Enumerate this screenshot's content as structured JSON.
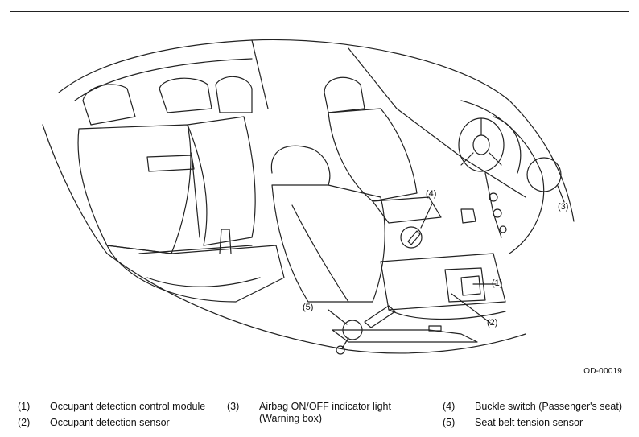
{
  "callouts": {
    "c1": "(1)",
    "c2": "(2)",
    "c3": "(3)",
    "c4": "(4)",
    "c5": "(5)"
  },
  "figure_id": "OD-00019",
  "legend": [
    {
      "num": "(1)",
      "text": "Occupant detection control module"
    },
    {
      "num": "(2)",
      "text": "Occupant detection sensor"
    },
    {
      "num": "(3)",
      "text": "Airbag ON/OFF indicator light",
      "text2": "(Warning box)"
    },
    {
      "num": "(4)",
      "text": "Buckle switch (Passenger's seat)"
    },
    {
      "num": "(5)",
      "text": "Seat belt tension sensor"
    }
  ]
}
